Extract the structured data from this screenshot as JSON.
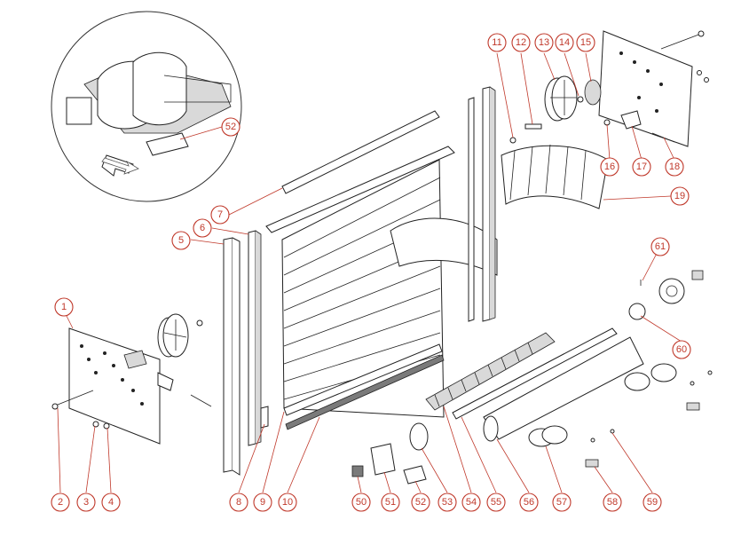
{
  "diagram": {
    "callouts": [
      {
        "id": "1",
        "label": "1"
      },
      {
        "id": "2",
        "label": "2"
      },
      {
        "id": "3",
        "label": "3"
      },
      {
        "id": "4",
        "label": "4"
      },
      {
        "id": "5",
        "label": "5"
      },
      {
        "id": "6",
        "label": "6"
      },
      {
        "id": "7",
        "label": "7"
      },
      {
        "id": "8",
        "label": "8"
      },
      {
        "id": "9",
        "label": "9"
      },
      {
        "id": "10",
        "label": "10"
      },
      {
        "id": "11",
        "label": "11"
      },
      {
        "id": "12",
        "label": "12"
      },
      {
        "id": "13",
        "label": "13"
      },
      {
        "id": "14",
        "label": "14"
      },
      {
        "id": "15",
        "label": "15"
      },
      {
        "id": "16",
        "label": "16"
      },
      {
        "id": "17",
        "label": "17"
      },
      {
        "id": "18",
        "label": "18"
      },
      {
        "id": "19",
        "label": "19"
      },
      {
        "id": "50",
        "label": "50"
      },
      {
        "id": "51",
        "label": "51"
      },
      {
        "id": "52",
        "label": "52"
      },
      {
        "id": "53",
        "label": "53"
      },
      {
        "id": "54",
        "label": "54"
      },
      {
        "id": "55",
        "label": "55"
      },
      {
        "id": "56",
        "label": "56"
      },
      {
        "id": "57",
        "label": "57"
      },
      {
        "id": "58",
        "label": "58"
      },
      {
        "id": "59",
        "label": "59"
      },
      {
        "id": "60",
        "label": "60"
      },
      {
        "id": "61",
        "label": "61"
      },
      {
        "id": "52b",
        "label": "52"
      }
    ],
    "colors": {
      "callout": "#c0392b",
      "line": "#222222",
      "fill": "#ffffff"
    }
  }
}
